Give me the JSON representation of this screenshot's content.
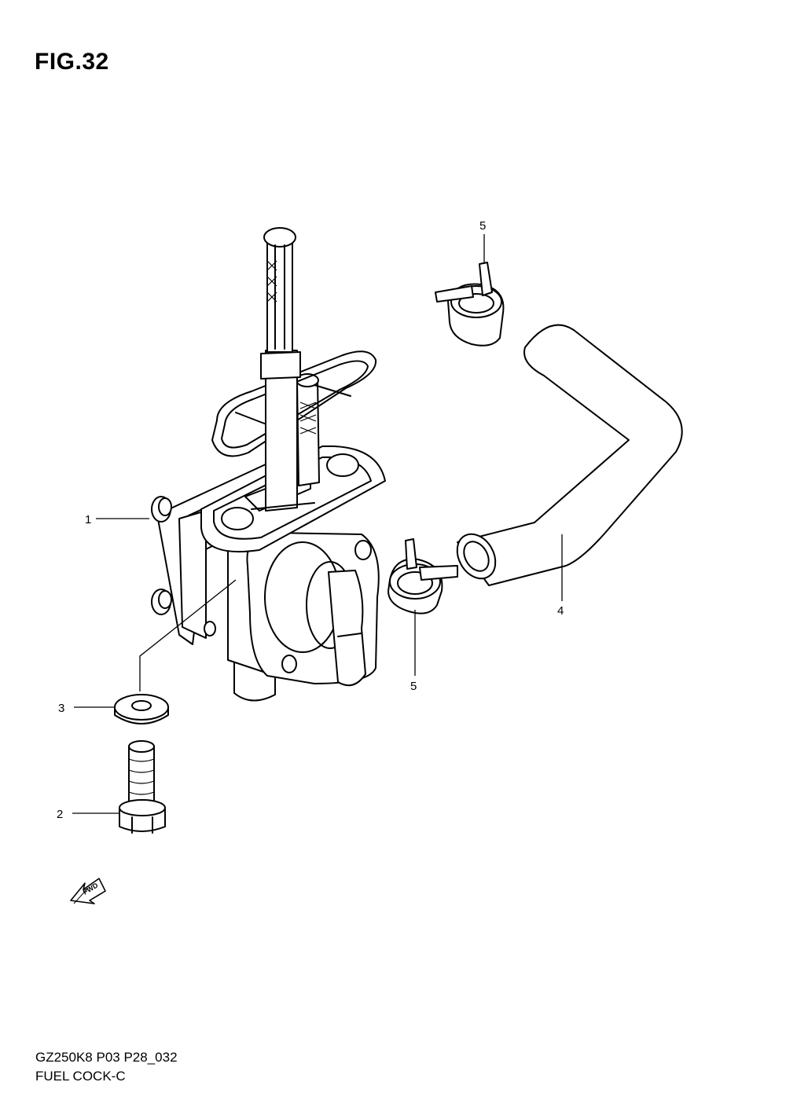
{
  "figure": {
    "title": "FIG.32"
  },
  "callouts": {
    "c1": "1",
    "c2": "2",
    "c3": "3",
    "c4": "4",
    "c5a": "5",
    "c5b": "5"
  },
  "fwd_badge": {
    "text": "FWD"
  },
  "footer": {
    "code": "GZ250K8 P03 P28_032",
    "name": "FUEL COCK-C"
  },
  "parts": [
    {
      "callout": "1",
      "icon": "fuel-cock-icon"
    },
    {
      "callout": "2",
      "icon": "bolt-icon"
    },
    {
      "callout": "3",
      "icon": "washer-icon"
    },
    {
      "callout": "4",
      "icon": "hose-icon"
    },
    {
      "callout": "5",
      "icon": "hose-clamp-icon"
    }
  ]
}
